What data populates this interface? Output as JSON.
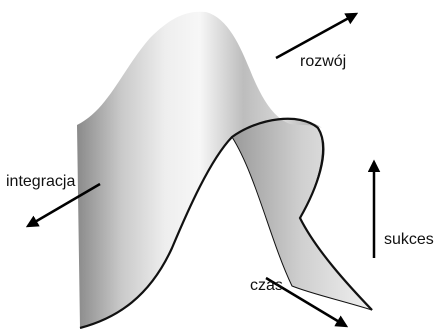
{
  "labels": {
    "development": "rozwój",
    "integration": "integracja",
    "success": "sukces",
    "time": "czas"
  },
  "colors": {
    "surface_dark": "#7d7d7d",
    "surface_light": "#f4f4f4",
    "outline": "#111111",
    "arrow": "#000000"
  }
}
